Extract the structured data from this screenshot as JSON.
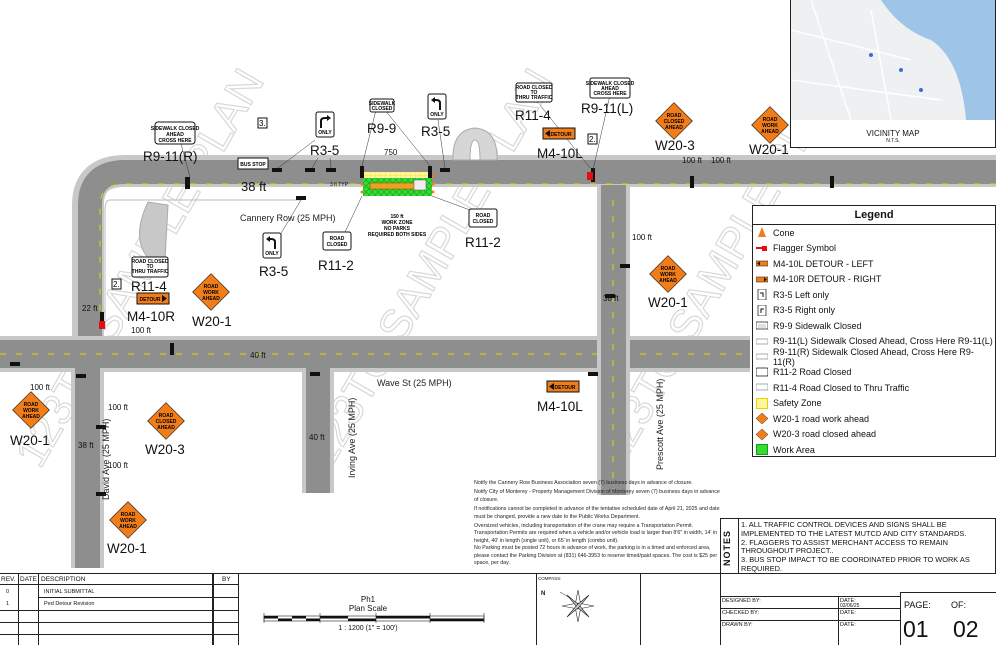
{
  "watermark": "123TC SAMPLE PLAN",
  "vicinity_map": {
    "title": "VICINITY MAP",
    "scale": "N.T.S."
  },
  "streets": {
    "cannery": "Cannery Row (25 MPH)",
    "wave": "Wave St (25 MPH)",
    "david": "David Ave (25 MPH)",
    "irving": "Irving Ave (25 MPH)",
    "prescott": "Prescott Ave (25 MPH)"
  },
  "sign_labels": [
    "R9-11(R)",
    "R3-5",
    "R9-9",
    "R3-5",
    "R11-4",
    "R9-11(L)",
    "M4-10L",
    "W20-3",
    "W20-1",
    "R3-5",
    "R11-2",
    "R11-2",
    "R11-4",
    "M4-10R",
    "W20-1",
    "W20-1",
    "M4-10L",
    "W20-1",
    "W20-3",
    "W20-1"
  ],
  "sign_faces": {
    "only": "ONLY",
    "sidewalk_closed": [
      "SIDEWALK",
      "CLOSED"
    ],
    "road_closed": [
      "ROAD",
      "CLOSED"
    ],
    "road_closed_thru": [
      "ROAD CLOSED",
      "TO",
      "THRU TRAFFIC"
    ],
    "sidewalk_ahead": [
      "SIDEWALK CLOSED",
      "AHEAD",
      "CROSS HERE"
    ],
    "bus_stop": "BUS STOP",
    "road_work_ahead": [
      "ROAD",
      "WORK",
      "AHEAD"
    ],
    "road_closed_ahead": [
      "ROAD",
      "CLOSED",
      "AHEAD"
    ],
    "detour": "DETOUR",
    "step": "2.",
    "step3": "3."
  },
  "dimensions": {
    "d100": "100 ft",
    "d38": "38 ft",
    "d22": "22 ft",
    "d40": "40 ft",
    "d750": "750",
    "typ": "3 ft TYP",
    "work_zone": [
      "150 ft",
      "WORK ZONE",
      "NO PARKS",
      "REQUIRED BOTH SIDES"
    ]
  },
  "legend": {
    "title": "Legend",
    "items": [
      {
        "icon": "cone-icon",
        "label": "Cone"
      },
      {
        "icon": "flagger-icon",
        "label": "Flagger Symbol"
      },
      {
        "icon": "detour-left-icon",
        "label": "M4-10L DETOUR - LEFT"
      },
      {
        "icon": "detour-right-icon",
        "label": "M4-10R DETOUR - RIGHT"
      },
      {
        "icon": "left-only-icon",
        "label": "R3-5 Left only"
      },
      {
        "icon": "right-only-icon",
        "label": "R3-5 Right only"
      },
      {
        "icon": "sidewalk-closed-icon",
        "label": "R9-9 Sidewalk Closed"
      },
      {
        "icon": "sidewalk-ahead-left-icon",
        "label": "R9-11(L) Sidewalk Closed Ahead, Cross Here R9-11(L)"
      },
      {
        "icon": "sidewalk-ahead-right-icon",
        "label": "R9-11(R) Sidewalk Closed Ahead, Cross Here R9-11(R)"
      },
      {
        "icon": "road-closed-icon",
        "label": "R11-2 Road Closed"
      },
      {
        "icon": "road-closed-thru-icon",
        "label": "R11-4 Road Closed to Thru Traffic"
      },
      {
        "icon": "safety-zone-icon",
        "label": "Safety Zone"
      },
      {
        "icon": "road-work-ahead-icon",
        "label": "W20-1 road work ahead"
      },
      {
        "icon": "road-closed-ahead-icon",
        "label": "W20-3 road closed ahead"
      },
      {
        "icon": "work-area-icon",
        "label": "Work Area"
      }
    ],
    "colors": {
      "cone": "#f07d1a",
      "flagger": "#e01010",
      "detour": "#f07d1a",
      "safety": "#fff59a",
      "work": "#33dd33"
    }
  },
  "general_notes": [
    "Notify the Cannery Row Business Association seven (7) business days in advance of closure.",
    "Notify City of Monterey - Property Management Division of Monterey seven (7) business days in advance of closure.",
    "If notifications cannot be completed in advance of the tentative scheduled date of April 21, 2025 and date must be changed, provide a new date to the Public Works Department.",
    "Oversized vehicles, including transportation of the crane may require a Transportation Permit. Transportation Permits are required when a vehicle and/or vehicle load is larger than 8'6\" in width, 14' in height, 40' in length (single unit), or 65' in length (combo unit).",
    "No Parking must be posted 72 hours in advance of work, the parking is in a timed and enforced area, please contact the Parking Division at (831) 646-3953 to reserve timed/paid spaces. The cost is $25 per space, per day."
  ],
  "notes": {
    "title": "NOTES",
    "lines": [
      "1. ALL TRAFFIC CONTROL DEVICES AND SIGNS SHALL BE",
      "IMPLEMENTED TO THE LATEST MUTCD AND CITY STANDARDS.",
      "2. FLAGGERS TO ASSIST MERCHANT ACCESS TO REMAIN",
      "THROUGHOUT PROJECT..",
      "3. BUS STOP IMPACT TO BE COORDINATED PRIOR TO WORK AS",
      "REQUIRED."
    ]
  },
  "title_block": {
    "rev_headers": {
      "rev": "REV.",
      "date": "DATE",
      "description": "DESCRIPTION",
      "by": "BY"
    },
    "revisions": [
      {
        "rev": "0",
        "description": "INITIAL SUBMITTAL"
      },
      {
        "rev": "1",
        "description": "Ped Detour Revision"
      }
    ],
    "scale": {
      "phase": "Ph1",
      "title": "Plan Scale",
      "ratio": "1 : 1200 (1\" = 100')"
    },
    "compass": {
      "label": "COMPASS:",
      "north": "N"
    },
    "designed_by": "DESIGNED BY:",
    "checked_by": "CHECKED BY:",
    "drawn_by": "DRAWN BY:",
    "date_label": "DATE:",
    "designed_date": "02/06/25",
    "page_label": "PAGE:",
    "of_label": "OF:",
    "page": "01",
    "of": "02"
  }
}
